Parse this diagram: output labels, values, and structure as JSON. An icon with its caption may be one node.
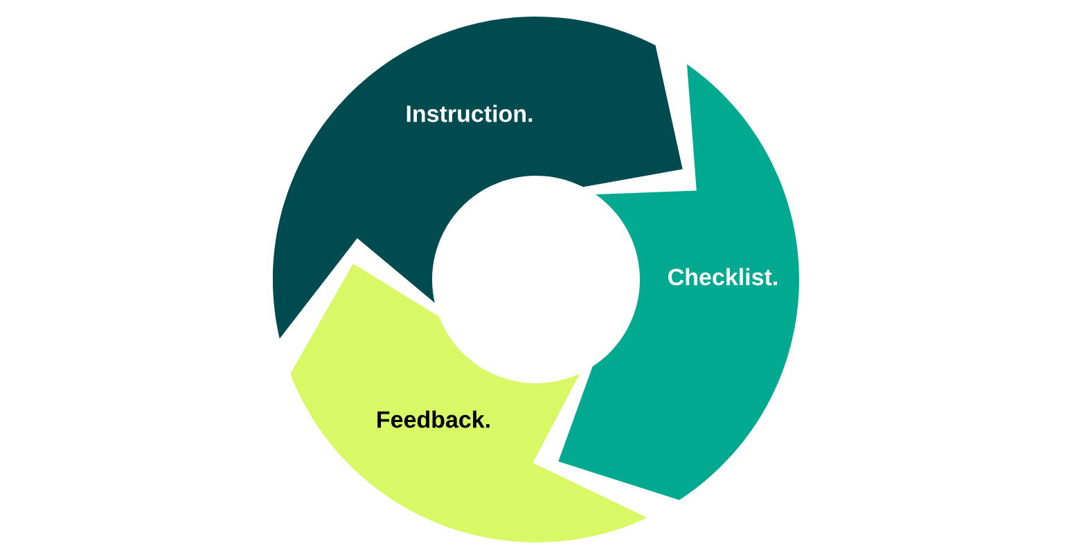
{
  "diagram": {
    "nodes": [
      {
        "text": [
          "Instruction."
        ]
      },
      {
        "text": [
          "Checklist."
        ]
      },
      {
        "text": [
          "Feedback."
        ]
      }
    ]
  }
}
